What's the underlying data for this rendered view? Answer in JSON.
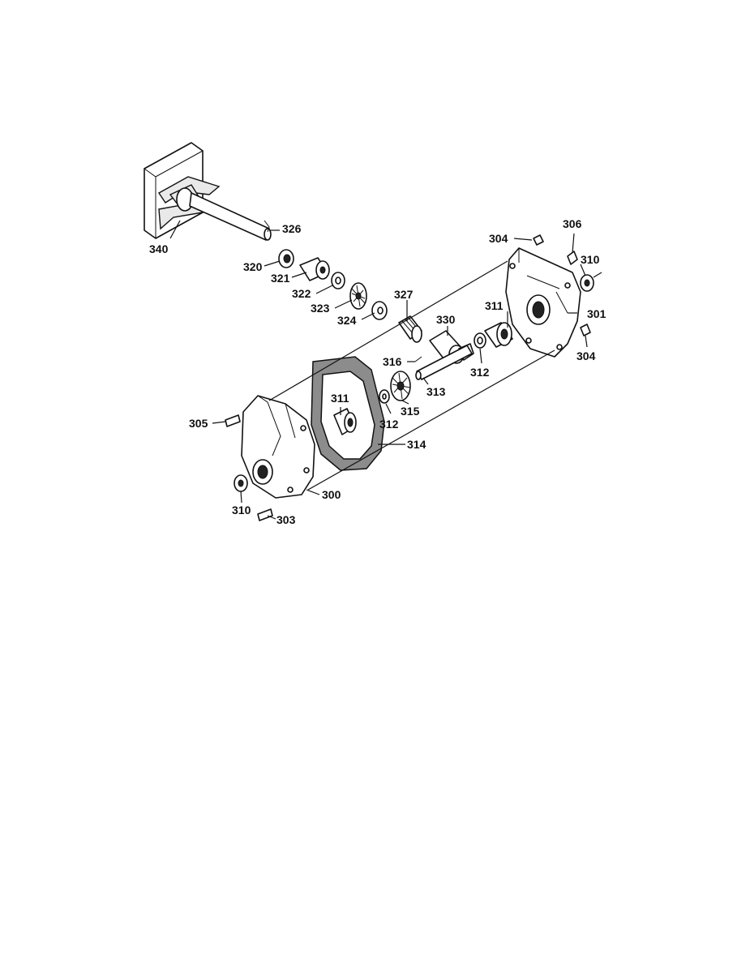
{
  "callouts": [
    {
      "id": "c326",
      "text": "326"
    },
    {
      "id": "c340",
      "text": "340"
    },
    {
      "id": "c320",
      "text": "320"
    },
    {
      "id": "c321",
      "text": "321"
    },
    {
      "id": "c322",
      "text": "322"
    },
    {
      "id": "c323",
      "text": "323"
    },
    {
      "id": "c324",
      "text": "324"
    },
    {
      "id": "c327",
      "text": "327"
    },
    {
      "id": "c330",
      "text": "330"
    },
    {
      "id": "c311a",
      "text": "311"
    },
    {
      "id": "c304a",
      "text": "304"
    },
    {
      "id": "c306",
      "text": "306"
    },
    {
      "id": "c310a",
      "text": "310"
    },
    {
      "id": "c301",
      "text": "301"
    },
    {
      "id": "c304b",
      "text": "304"
    },
    {
      "id": "c316",
      "text": "316"
    },
    {
      "id": "c312a",
      "text": "312"
    },
    {
      "id": "c313",
      "text": "313"
    },
    {
      "id": "c311b",
      "text": "311"
    },
    {
      "id": "c312b",
      "text": "312"
    },
    {
      "id": "c315",
      "text": "315"
    },
    {
      "id": "c314",
      "text": "314"
    },
    {
      "id": "c305",
      "text": "305"
    },
    {
      "id": "c300",
      "text": "300"
    },
    {
      "id": "c310b",
      "text": "310"
    },
    {
      "id": "c303",
      "text": "303"
    }
  ]
}
